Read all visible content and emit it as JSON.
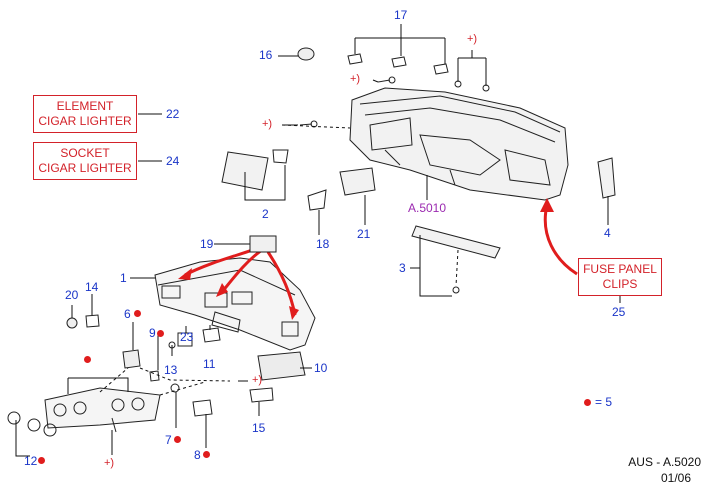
{
  "boxes": {
    "element_cigar_lighter": [
      "ELEMENT",
      "CIGAR LIGHTER"
    ],
    "socket_cigar_lighter": [
      "SOCKET",
      "CIGAR LIGHTER"
    ],
    "fuse_panel_clips": [
      "FUSE PANEL",
      "CLIPS"
    ]
  },
  "callouts": {
    "c1": "1",
    "c2": "2",
    "c3": "3",
    "c4": "4",
    "c5": "5",
    "c6": "6",
    "c7": "7",
    "c8": "8",
    "c9": "9",
    "c10": "10",
    "c11": "11",
    "c12": "12",
    "c13": "13",
    "c14": "14",
    "c15": "15",
    "c16": "16",
    "c17": "17",
    "c18": "18",
    "c19": "19",
    "c20": "20",
    "c21": "21",
    "c22": "22",
    "c23": "23",
    "c24": "24",
    "c25": "25"
  },
  "reference": "A.5010",
  "plus_marker": "+)",
  "legend": {
    "equals": "= 5"
  },
  "footer": {
    "code": "AUS - A.5020",
    "date": "01/06"
  },
  "colors": {
    "callout": "#1a35c8",
    "box": "#d3222a",
    "reference": "#9b2ab0",
    "dot": "#e01d1d"
  }
}
